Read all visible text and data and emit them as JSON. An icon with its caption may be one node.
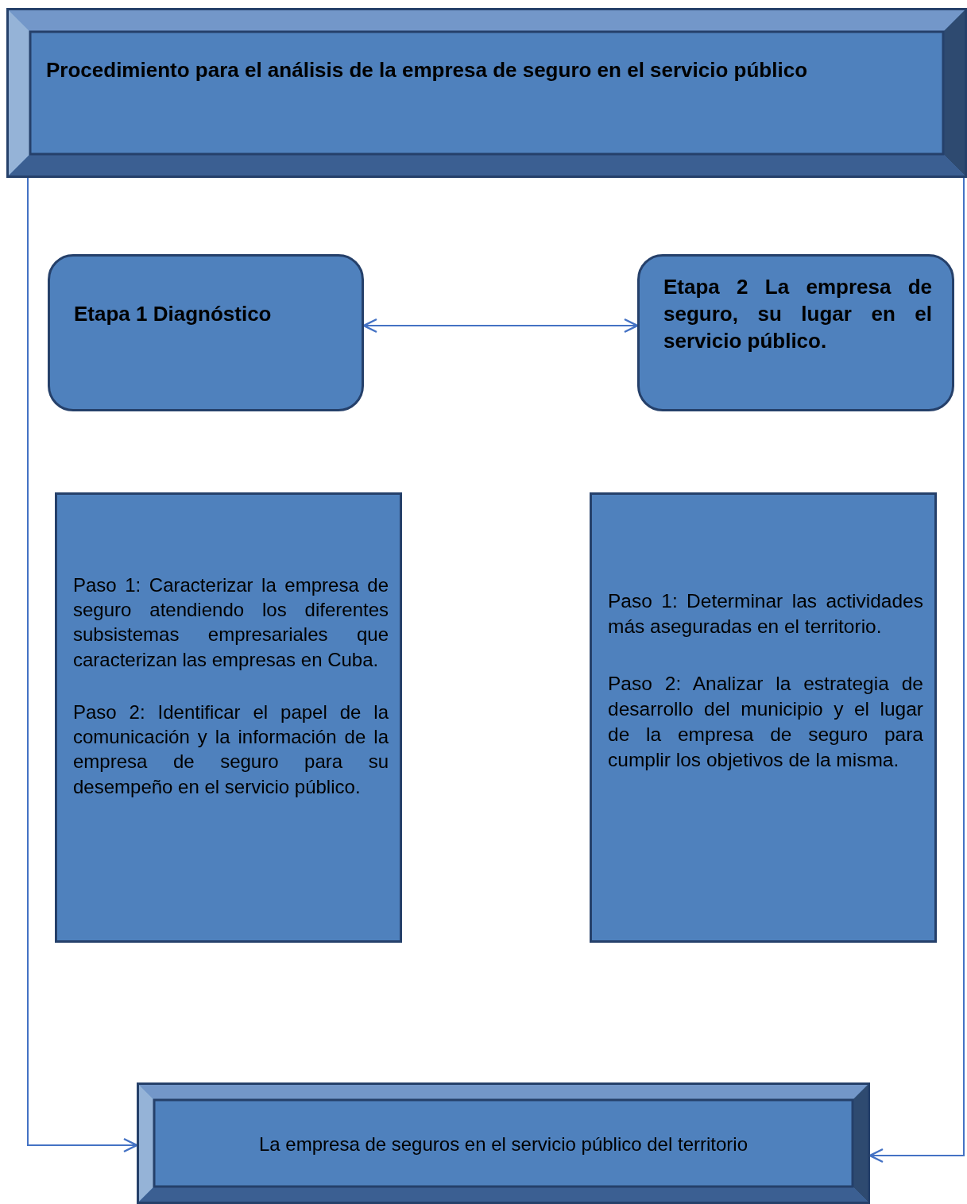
{
  "diagram": {
    "nodes": [
      {
        "text": [
          "Procedimiento para el análisis de la empresa de seguro en el servicio público"
        ]
      },
      {
        "text": [
          "Etapa 1  Diagnóstico"
        ]
      },
      {
        "text": [
          "Etapa 2 La empresa de seguro, su lugar en el servicio público."
        ]
      },
      {
        "text": [
          "Paso 1: Caracterizar la empresa de seguro atendiendo los diferentes subsistemas empresariales que caracterizan las empresas en Cuba.",
          "Paso 2: Identificar el papel de la comunicación y la información de la empresa de seguro para su desempeño en el servicio público."
        ]
      },
      {
        "text": [
          "Paso 1: Determinar las actividades más aseguradas en el territorio.",
          "Paso 2: Analizar la estrategia de desarrollo del municipio y el lugar de la empresa de seguro para cumplir los objetivos de la misma."
        ]
      },
      {
        "text": [
          "La empresa de seguros en el servicio público del territorio"
        ]
      }
    ],
    "edges": [
      {
        "from": 0,
        "to": 5,
        "arrow": "to"
      },
      {
        "from": 0,
        "to": 5,
        "arrow": "to"
      },
      {
        "from": 1,
        "to": 2,
        "arrow": "both"
      }
    ]
  }
}
